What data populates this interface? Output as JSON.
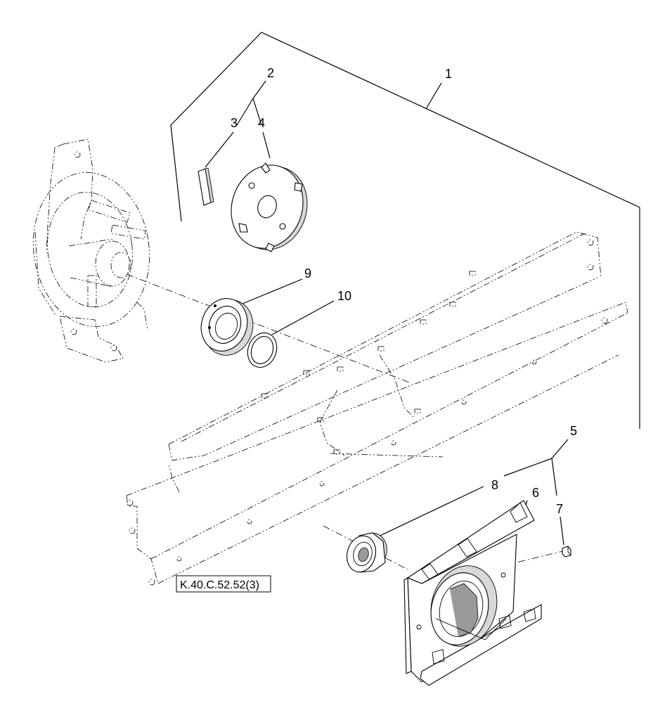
{
  "callouts": [
    {
      "id": "c1",
      "text": "1"
    },
    {
      "id": "c2",
      "text": "2"
    },
    {
      "id": "c3",
      "text": "3"
    },
    {
      "id": "c4",
      "text": "4"
    },
    {
      "id": "c5",
      "text": "5"
    },
    {
      "id": "c6",
      "text": "6"
    },
    {
      "id": "c7",
      "text": "7"
    },
    {
      "id": "c8",
      "text": "8"
    },
    {
      "id": "c9",
      "text": "9"
    },
    {
      "id": "c10",
      "text": "10"
    }
  ],
  "reference": {
    "text": "K.40.C.52.52(3)"
  }
}
